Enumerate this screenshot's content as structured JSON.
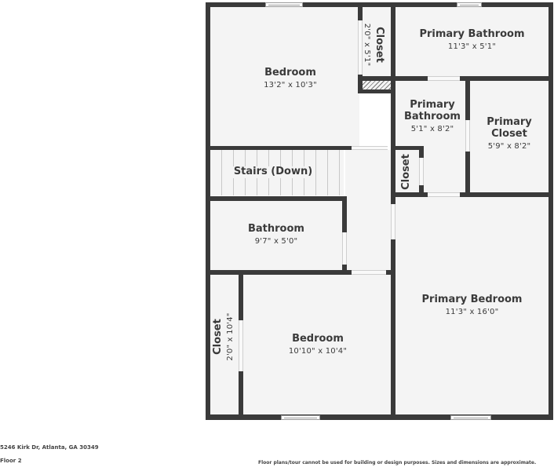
{
  "plan": {
    "rooms": [
      {
        "id": "bedroom_nw",
        "name": "Bedroom",
        "dims": "13'2\" x 10'3\""
      },
      {
        "id": "closet_n",
        "name": "Closet",
        "dims": "2'0\" x 5'1\""
      },
      {
        "id": "primary_bath_top",
        "name": "Primary Bathroom",
        "dims": "11'3\" x 5'1\""
      },
      {
        "id": "primary_bath_mid",
        "name": "Primary Bathroom",
        "dims": "5'1\" x 8'2\""
      },
      {
        "id": "primary_closet",
        "name": "Primary Closet",
        "dims": "5'9\" x 8'2\""
      },
      {
        "id": "closet_small",
        "name": "Closet",
        "dims": ""
      },
      {
        "id": "stairs",
        "name": "Stairs (Down)",
        "dims": ""
      },
      {
        "id": "bathroom",
        "name": "Bathroom",
        "dims": "9'7\" x 5'0\""
      },
      {
        "id": "closet_sw",
        "name": "Closet",
        "dims": "2'0\" x 10'4\""
      },
      {
        "id": "bedroom_sw",
        "name": "Bedroom",
        "dims": "10'10\" x 10'4\""
      },
      {
        "id": "primary_bedroom",
        "name": "Primary Bedroom",
        "dims": "11'3\" x 16'0\""
      }
    ],
    "colors": {
      "wall": "#3a3a3a",
      "floor": "#f4f4f4",
      "text": "#3a3a3a"
    }
  },
  "footer": {
    "address": "5246 Kirk Dr, Atlanta, GA 30349",
    "floor": "Floor 2",
    "disclaimer": "Floor plans/tour cannot be used for building or design purposes. Sizes and dimensions are approximate."
  }
}
